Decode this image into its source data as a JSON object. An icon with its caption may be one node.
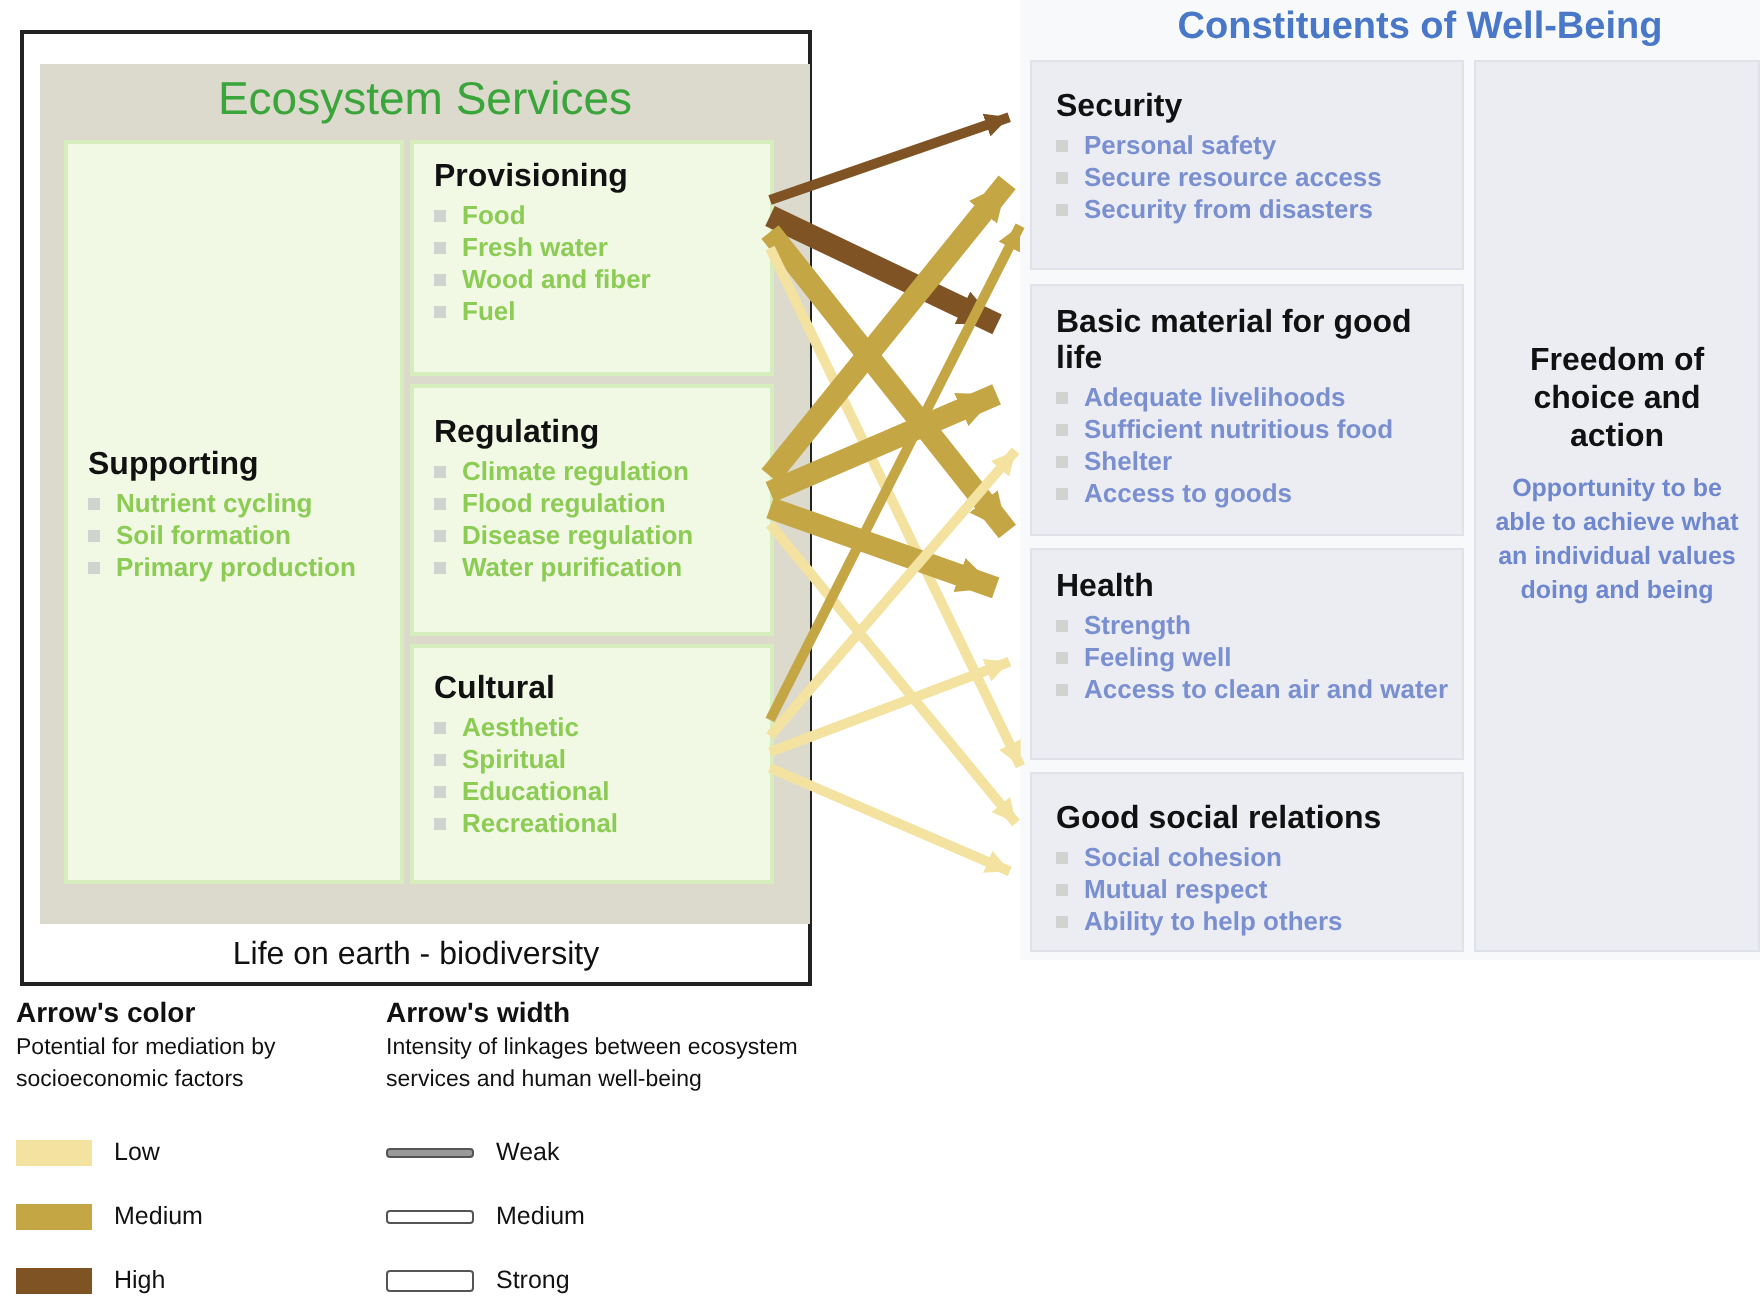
{
  "diagram": {
    "nodes": [
      {
        "text": [
          "Life on earth - biodiversity"
        ]
      },
      {
        "text": [
          "Ecosystem Services"
        ],
        "in": 0
      },
      {
        "text": [
          "Supporting",
          "Nutrient cycling",
          "Soil formation",
          "Primary production"
        ],
        "in": 1
      },
      {
        "text": [
          "Provisioning",
          "Food",
          "Fresh water",
          "Wood and fiber",
          "Fuel"
        ],
        "in": 1
      },
      {
        "text": [
          "Regulating",
          "Climate regulation",
          "Flood regulation",
          "Disease regulation",
          "Water purification"
        ],
        "in": 1
      },
      {
        "text": [
          "Cultural",
          "Aesthetic",
          "Spiritual",
          "Educational",
          "Recreational"
        ],
        "in": 1
      },
      {
        "text": [
          "Constituents of Well-Being"
        ]
      },
      {
        "text": [
          "Security",
          "Personal safety",
          "Secure resource access",
          "Security from disasters"
        ],
        "in": 6
      },
      {
        "text": [
          "Basic material for good life",
          "Adequate livelihoods",
          "Sufficient nutritious food",
          "Shelter",
          "Access to goods"
        ],
        "in": 6
      },
      {
        "text": [
          "Health",
          "Strength",
          "Feeling well",
          "Access to clean air and water"
        ],
        "in": 6
      },
      {
        "text": [
          "Good social relations",
          "Social cohesion",
          "Mutual respect",
          "Ability to help others"
        ],
        "in": 6
      },
      {
        "text": [
          "Freedom of choice and action",
          "Opportunity to be able to achieve what an individual values doing and being"
        ],
        "in": 6
      }
    ],
    "edges": [
      {
        "from": 3,
        "to": 7,
        "arrow": "to",
        "color": "#7f5323"
      },
      {
        "from": 3,
        "to": 8,
        "arrow": "to",
        "color": "#7f5323",
        "style": "thick"
      },
      {
        "from": 3,
        "to": 9,
        "arrow": "to",
        "style": "thick"
      },
      {
        "from": 3,
        "to": 10,
        "arrow": "to",
        "color": "#f3e2a0"
      },
      {
        "from": 4,
        "to": 7,
        "arrow": "to",
        "style": "thick"
      },
      {
        "from": 4,
        "to": 8,
        "arrow": "to",
        "style": "thick"
      },
      {
        "from": 4,
        "to": 9,
        "arrow": "to",
        "style": "thick"
      },
      {
        "from": 4,
        "to": 10,
        "arrow": "to",
        "color": "#f3e2a0"
      },
      {
        "from": 5,
        "to": 7,
        "arrow": "to"
      },
      {
        "from": 5,
        "to": 8,
        "arrow": "to",
        "color": "#f3e2a0"
      },
      {
        "from": 5,
        "to": 9,
        "arrow": "to",
        "color": "#f3e2a0"
      },
      {
        "from": 5,
        "to": 10,
        "arrow": "to",
        "color": "#f3e2a0"
      }
    ],
    "labels": [
      "Arrow's color",
      "Potential for mediation by socioeconomic factors",
      "Arrow's width",
      "Intensity of linkages between ecosystem services and human well-being"
    ],
    "legend": [
      {
        "text": "Low",
        "color": "#f3e2a0"
      },
      {
        "text": "Medium",
        "color": "#c4a645"
      },
      {
        "text": "High",
        "color": "#7f5323"
      },
      {
        "text": "Weak"
      },
      {
        "text": "Medium"
      },
      {
        "text": "Strong"
      }
    ]
  }
}
